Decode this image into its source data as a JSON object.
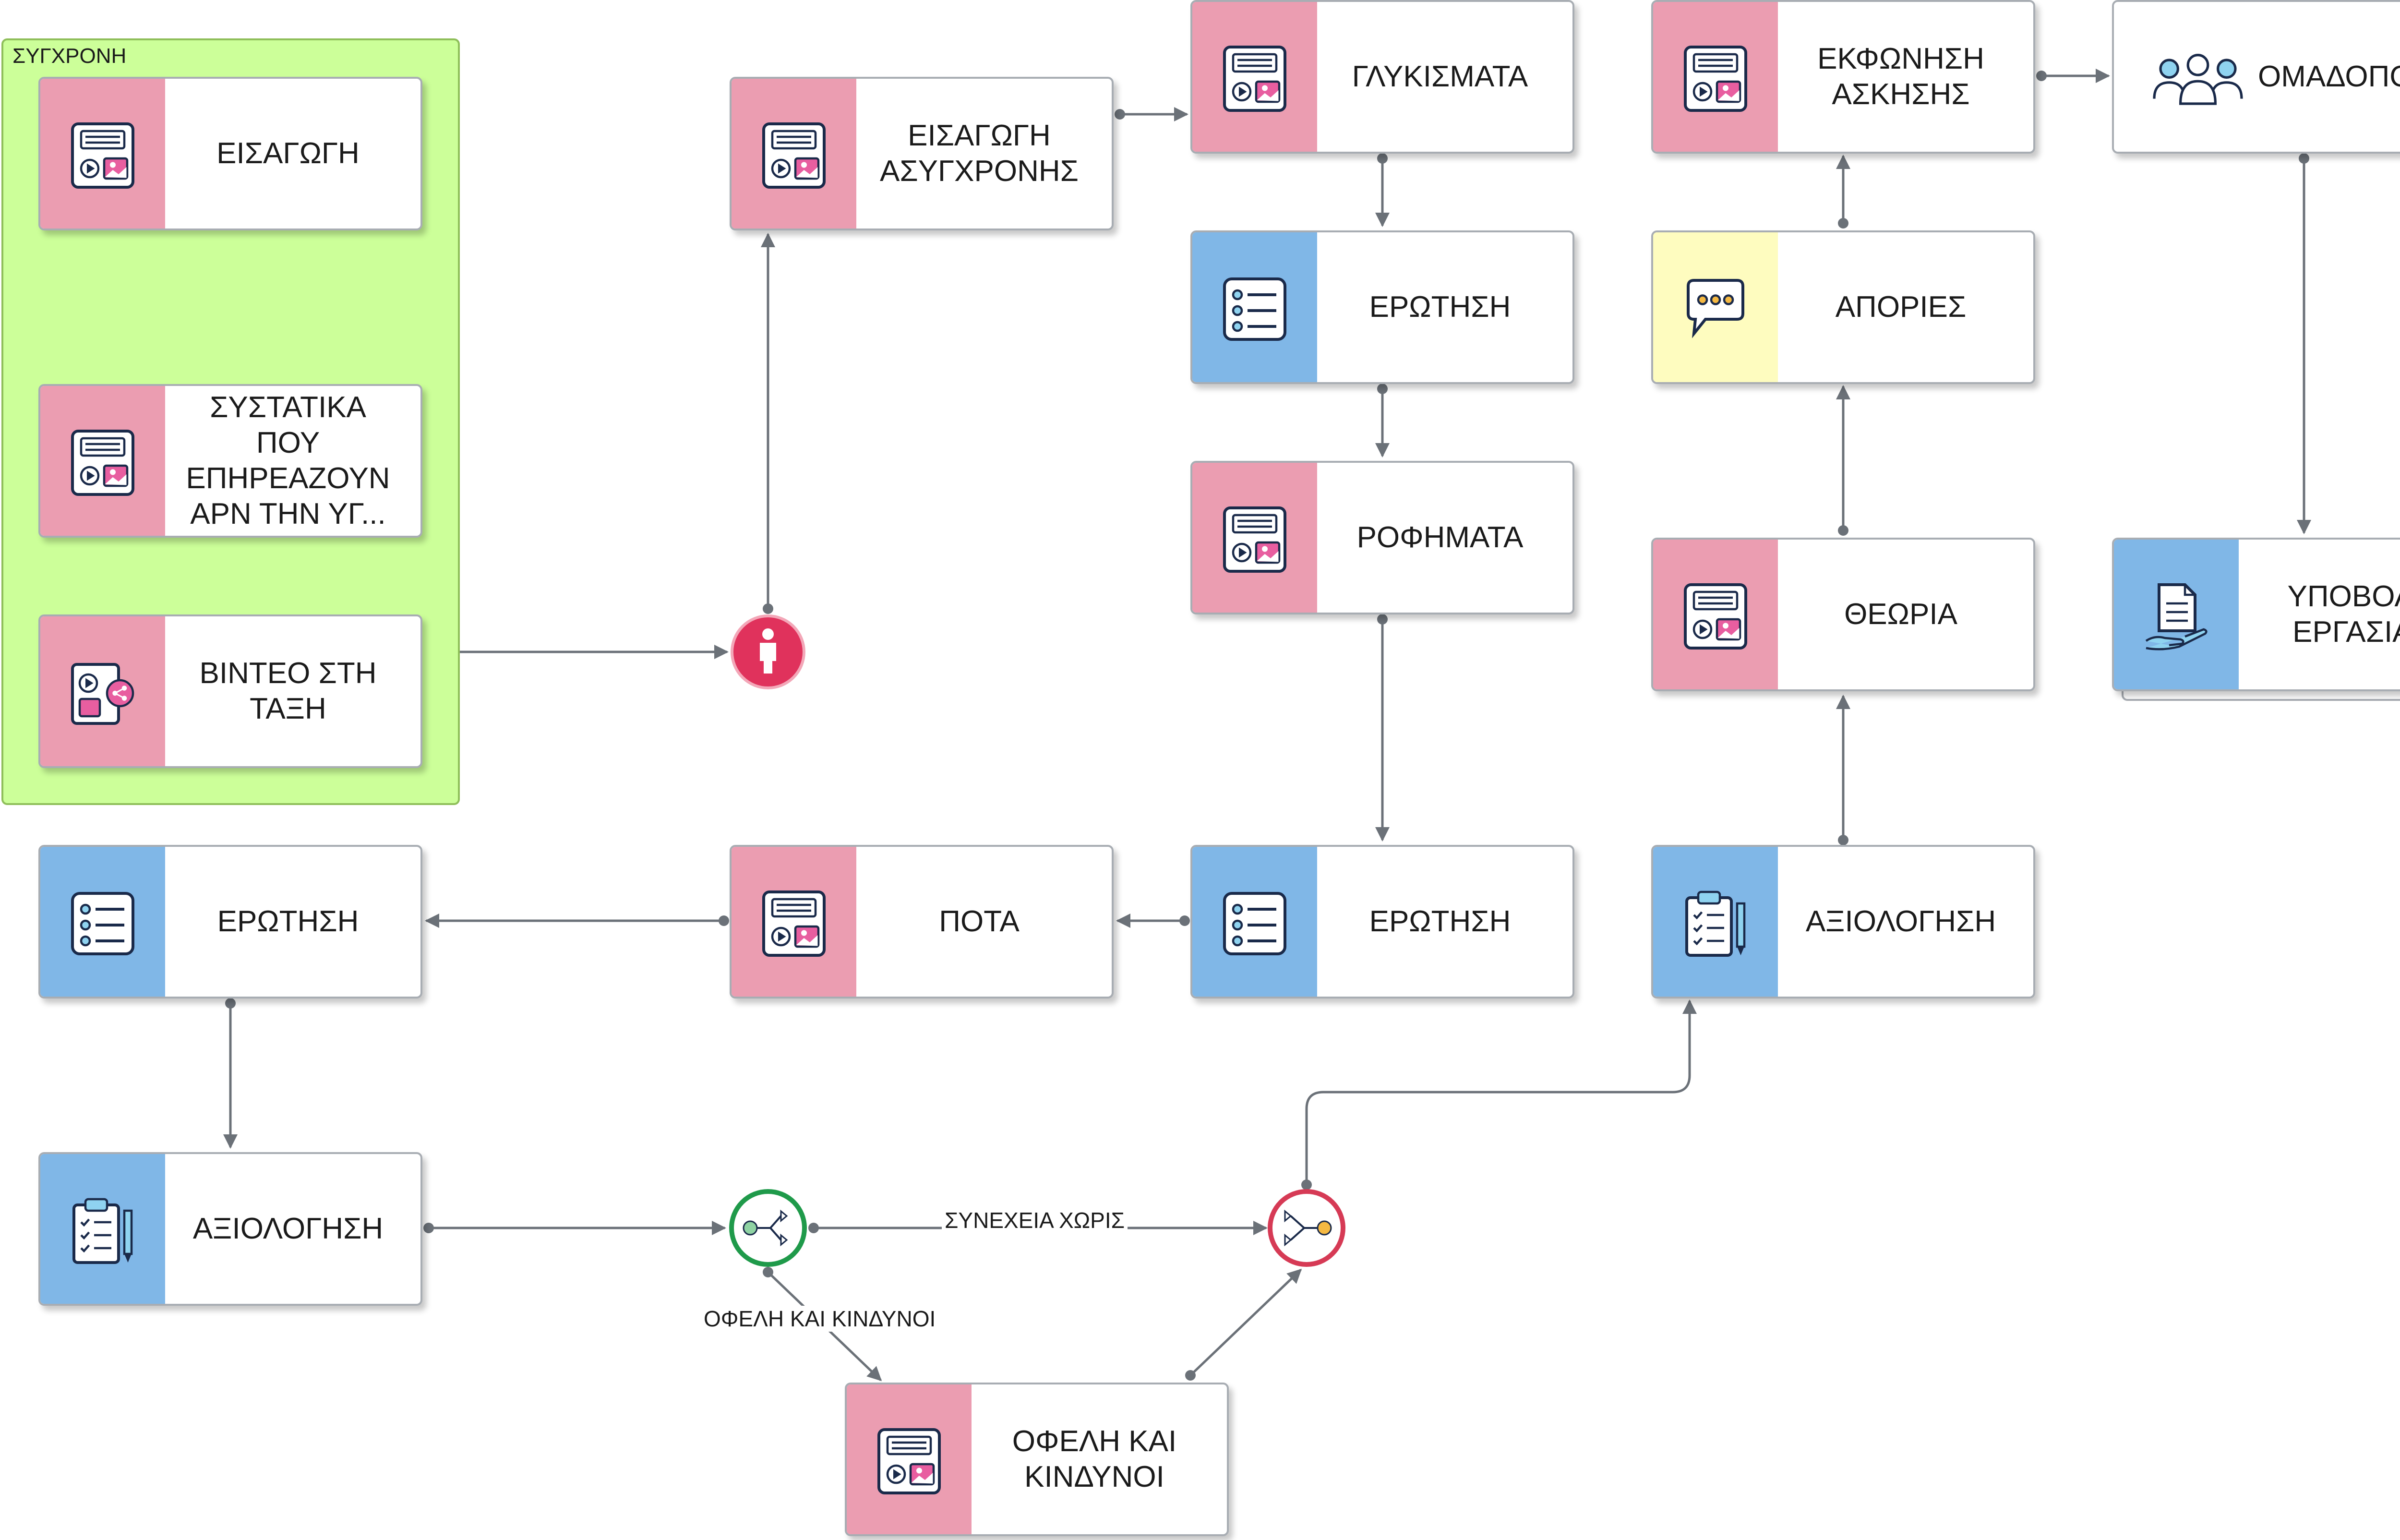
{
  "group": {
    "label": "ΣΥΓΧΡΟΝΗ"
  },
  "nodes": {
    "eisagogi": "ΕΙΣΑΓΩΓΗ",
    "systatika": "ΣΥΣΤΑΤΙΚΑ\nΠΟΥ\nΕΠΗΡΕΑΖΟΥΝ\nΑΡΝ ΤΗΝ ΥΓ...",
    "vinteo": "ΒΙΝΤΕΟ ΣΤΗ\nΤΑΞΗ",
    "eisagogi_asygxronis": "ΕΙΣΑΓΩΓΗ\nΑΣΥΓΧΡΟΝΗΣ",
    "glykismata": "ΓΛΥΚΙΣΜΑΤΑ",
    "erotisi_1": "ΕΡΩΤΗΣΗ",
    "rofimata": "ΡΟΦΗΜΑΤΑ",
    "erotisi_2": "ΕΡΩΤΗΣΗ",
    "pota": "ΠΟΤΑ",
    "erotisi_3": "ΕΡΩΤΗΣΗ",
    "axiologisi_1": "ΑΞΙΟΛΟΓΗΣΗ",
    "ofeli": "ΟΦΕΛΗ ΚΑΙ\nΚΙΝΔΥΝΟΙ",
    "axiologisi_2": "ΑΞΙΟΛΟΓΗΣΗ",
    "theoria": "ΘΕΩΡΙΑ",
    "apories": "ΑΠΟΡΙΕΣ",
    "ekfonisi": "ΕΚΦΩΝΗΣΗ\nΑΣΚΗΣΗΣ",
    "omadopoiisi": "ΟΜΑΔΟΠΟΙΗΣΗ",
    "ypovoli": "ΥΠΟΒΟΛΗ\nΕΡΓΑΣΙΑΣ"
  },
  "edge_labels": {
    "synexeia": "ΣΥΝΕΧΕΙΑ ΧΩΡΙΣ",
    "ofeli_branch": "ΟΦΕΛΗ ΚΑΙ ΚΙΝΔΥΝΟΙ"
  },
  "colors": {
    "pink_band": "#eb9db1",
    "blue_band": "#80b7e7",
    "yellow_band": "#fefcbf",
    "group_fill": "#ccff99",
    "connector": "#6b7178",
    "start_event": "#e0325c",
    "split_gateway": "#1f9a4a",
    "merge_gateway": "#d63a55"
  }
}
